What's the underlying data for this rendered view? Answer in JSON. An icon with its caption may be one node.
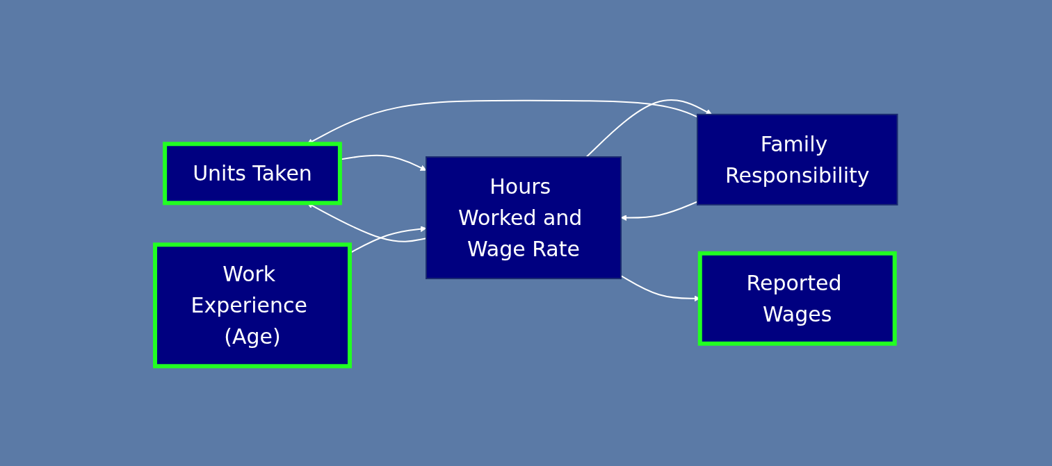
{
  "diagram": {
    "nodes": [
      {
        "text": [
          "Units Taken"
        ]
      },
      {
        "text": [
          "Hours Worked and Wage Rate"
        ]
      },
      {
        "text": [
          "Reported Wages"
        ]
      },
      {
        "text": [
          "Family Responsibility"
        ]
      },
      {
        "text": [
          "Work Experience (Age)"
        ]
      }
    ],
    "edges": [
      {
        "from": 0,
        "to": 1,
        "arrow": "to"
      },
      {
        "from": 1,
        "to": 0,
        "arrow": "to"
      },
      {
        "from": 3,
        "to": 0,
        "arrow": "to"
      },
      {
        "from": 3,
        "to": 1,
        "arrow": "to"
      },
      {
        "from": 1,
        "to": 3,
        "arrow": "to"
      },
      {
        "from": 1,
        "to": 2,
        "arrow": "to"
      },
      {
        "from": 4,
        "to": 1,
        "arrow": "to"
      }
    ]
  }
}
